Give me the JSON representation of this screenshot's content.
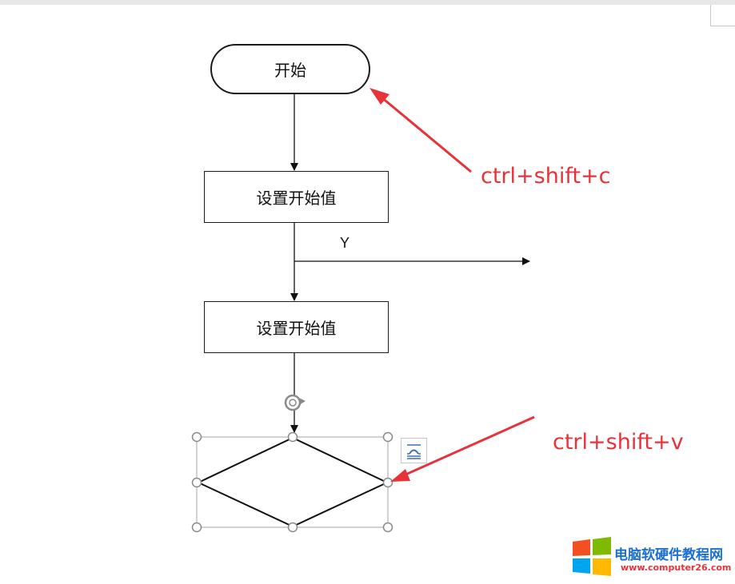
{
  "flowchart": {
    "start_label": "开始",
    "process_1_label": "设置开始值",
    "process_2_label": "设置开始值",
    "branch_label": "Y"
  },
  "annotations": {
    "copy_shortcut": "ctrl+shift+c",
    "paste_shortcut": "ctrl+shift+v",
    "color": "#e8323a"
  },
  "selection": {
    "shape": "diamond",
    "handle_icon": "rotate-handle-icon",
    "layout_options_icon": "layout-options-icon"
  },
  "watermark": {
    "title": "电脑软硬件教程网",
    "url": "www.computer26.com"
  }
}
